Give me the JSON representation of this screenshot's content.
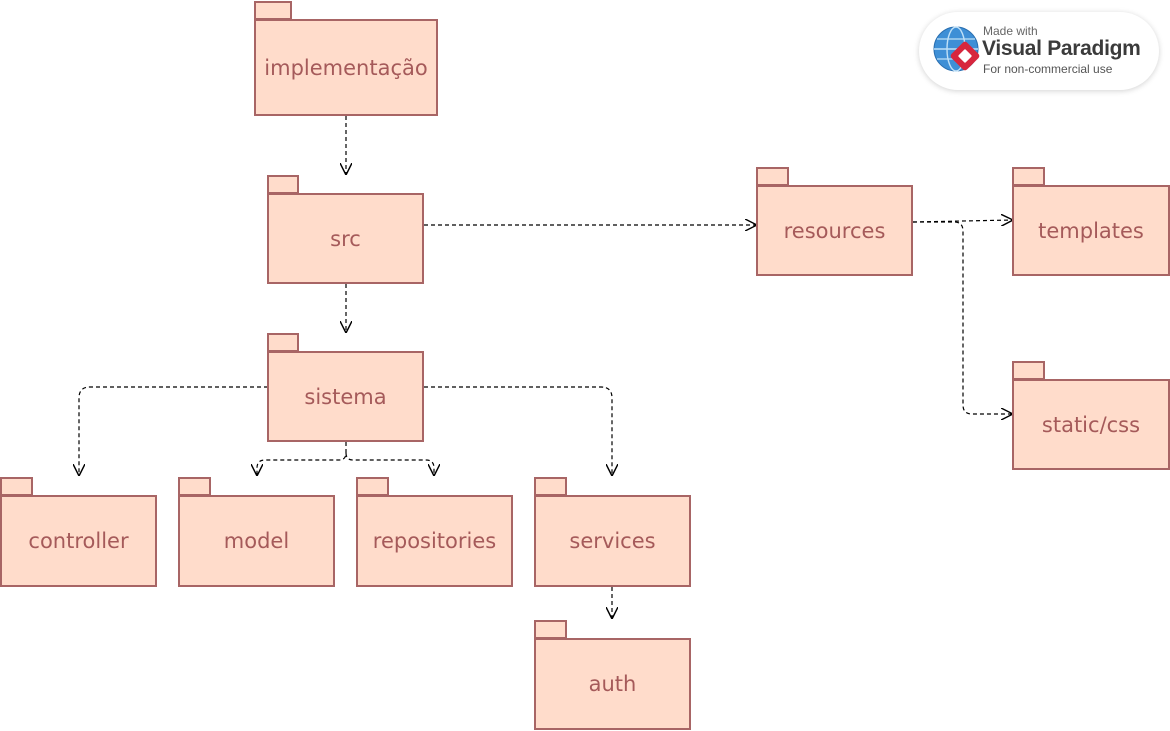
{
  "colors": {
    "fill": "#FFDCCB",
    "stroke": "#A86565",
    "text": "#A55A5A",
    "connector": "#000000"
  },
  "packages": {
    "implementacao": "implementação",
    "src": "src",
    "resources": "resources",
    "templates": "templates",
    "static_css": "static/css",
    "sistema": "sistema",
    "controller": "controller",
    "model": "model",
    "repositories": "repositories",
    "services": "services",
    "auth": "auth"
  },
  "dependencies": [
    {
      "from": "implementação",
      "to": "src"
    },
    {
      "from": "src",
      "to": "resources"
    },
    {
      "from": "src",
      "to": "sistema"
    },
    {
      "from": "resources",
      "to": "templates"
    },
    {
      "from": "resources",
      "to": "static/css"
    },
    {
      "from": "sistema",
      "to": "controller"
    },
    {
      "from": "sistema",
      "to": "model"
    },
    {
      "from": "sistema",
      "to": "repositories"
    },
    {
      "from": "sistema",
      "to": "services"
    },
    {
      "from": "services",
      "to": "auth"
    }
  ],
  "watermark": {
    "made_with": "Made with",
    "brand": "Visual Paradigm",
    "subtitle": "For non-commercial use"
  }
}
